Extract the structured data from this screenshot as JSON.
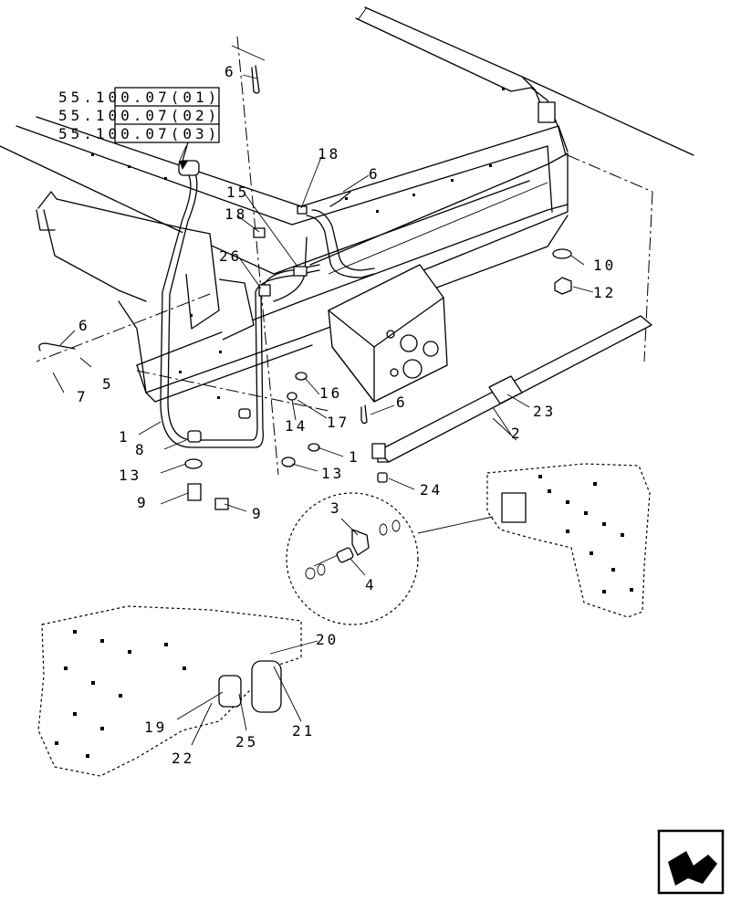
{
  "diagram": {
    "references": [
      "55.100.07(01)",
      "55.100.07(02)",
      "55.100.07(03)"
    ],
    "callouts": {
      "c1a": "1",
      "c1b": "1",
      "c2": "2",
      "c3": "3",
      "c4": "4",
      "c5": "5",
      "c6a": "6",
      "c6b": "6",
      "c6c": "6",
      "c6d": "6",
      "c7": "7",
      "c8": "8",
      "c9a": "9",
      "c9b": "9",
      "c10": "10",
      "c12": "12",
      "c13a": "13",
      "c13b": "13",
      "c14": "14",
      "c15": "15",
      "c16": "16",
      "c17": "17",
      "c18a": "18",
      "c18b": "18",
      "c19": "19",
      "c20": "20",
      "c21": "21",
      "c22": "22",
      "c23": "23",
      "c24": "24",
      "c25": "25",
      "c26": "26"
    }
  },
  "navigation": {
    "icon": "next-page-arrow-icon"
  }
}
